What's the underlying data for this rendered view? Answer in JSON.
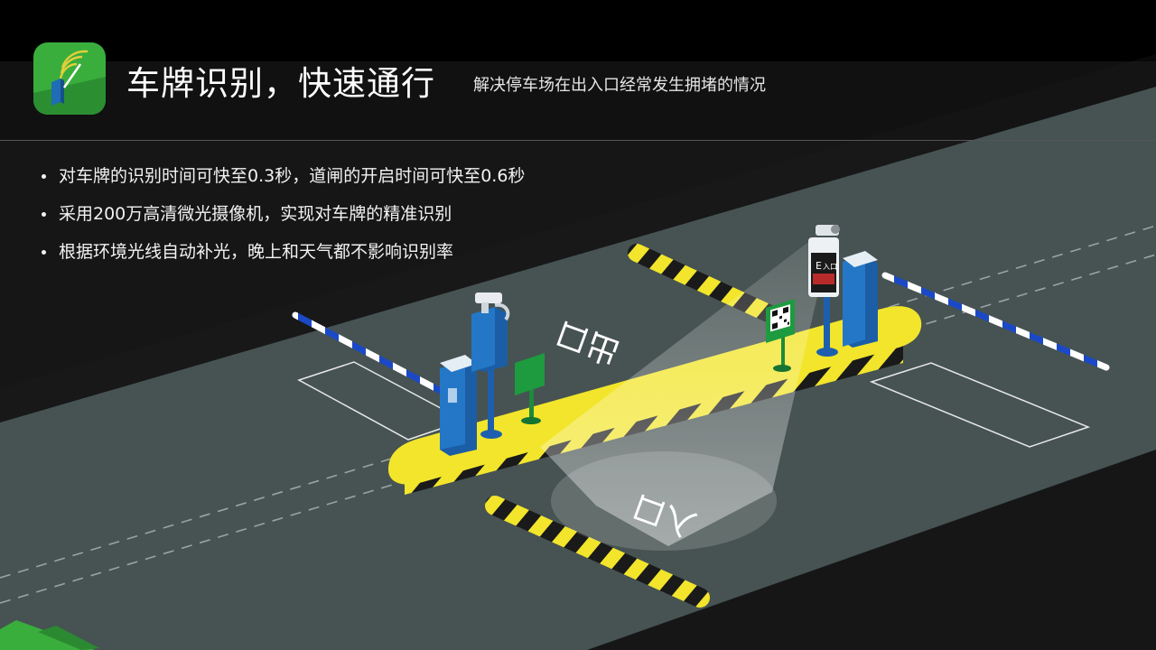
{
  "header": {
    "title": "车牌识别，快速通行",
    "subtitle": "解决停车场在出入口经常发生拥堵的情况",
    "icon": "parking-barrier-icon"
  },
  "bullets": [
    "对车牌的识别时间可快至0.3秒，道闸的开启时间可快至0.6秒",
    "采用200万高清微光摄像机，实现对车牌的精准识别",
    "根据环境光线自动补光，晚上和天气都不影响识别率"
  ],
  "scene": {
    "exit_label": "出口",
    "entry_label": "入口",
    "display": {
      "badge": "E",
      "text": "入口"
    }
  },
  "colors": {
    "road": "#465352",
    "island": "#f2e52b",
    "terminal": "#1f6db5",
    "sign": "#1e9a3f",
    "logo_green": "#3aae3c"
  }
}
